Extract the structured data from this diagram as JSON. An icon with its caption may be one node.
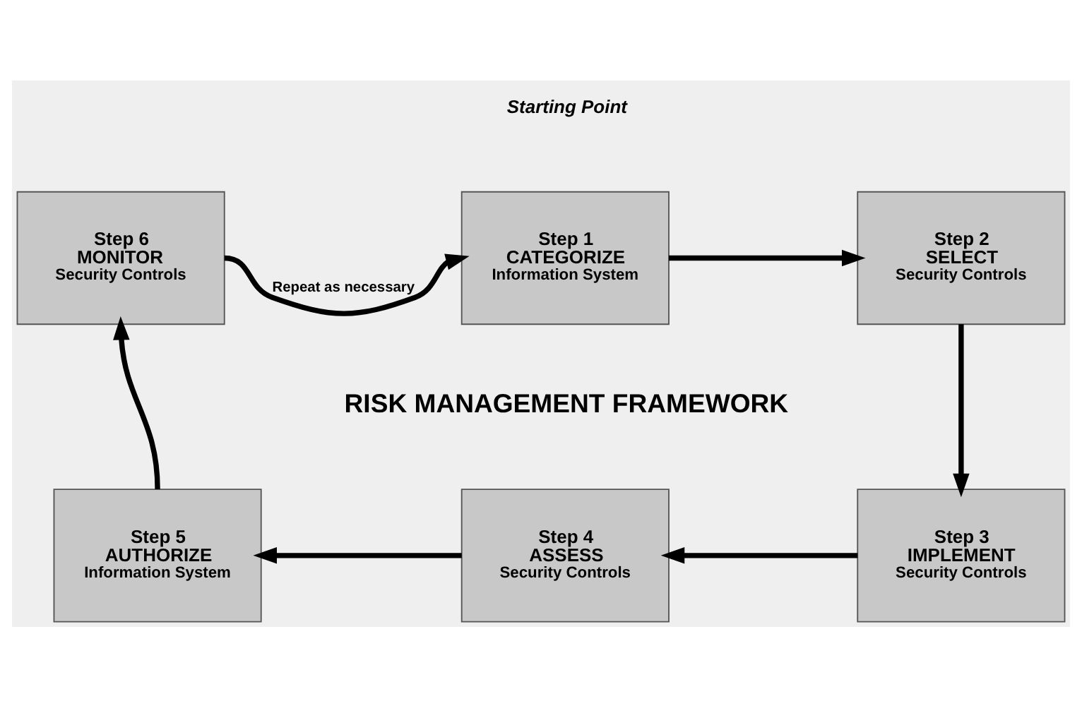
{
  "diagram": {
    "nodes": [
      {
        "text": [
          "Step 1",
          "CATEGORIZE",
          "Information System"
        ]
      },
      {
        "text": [
          "Step 2",
          "SELECT",
          "Security Controls"
        ]
      },
      {
        "text": [
          "Step 3",
          "IMPLEMENT",
          "Security Controls"
        ]
      },
      {
        "text": [
          "Step 4",
          "ASSESS",
          "Security Controls"
        ]
      },
      {
        "text": [
          "Step 5",
          "AUTHORIZE",
          "Information System"
        ]
      },
      {
        "text": [
          "Step 6",
          "MONITOR",
          "Security Controls"
        ]
      }
    ],
    "edges": [
      {
        "from": 0,
        "to": 1,
        "arrow": "to"
      },
      {
        "from": 1,
        "to": 2,
        "arrow": "to"
      },
      {
        "from": 2,
        "to": 3,
        "arrow": "to"
      },
      {
        "from": 3,
        "to": 4,
        "arrow": "to"
      },
      {
        "from": 4,
        "to": 5,
        "arrow": "to"
      },
      {
        "from": 5,
        "to": 0,
        "arrow": "to",
        "label": "Repeat as necessary"
      }
    ],
    "labels": [
      "Starting Point",
      "RISK MANAGEMENT FRAMEWORK"
    ]
  }
}
